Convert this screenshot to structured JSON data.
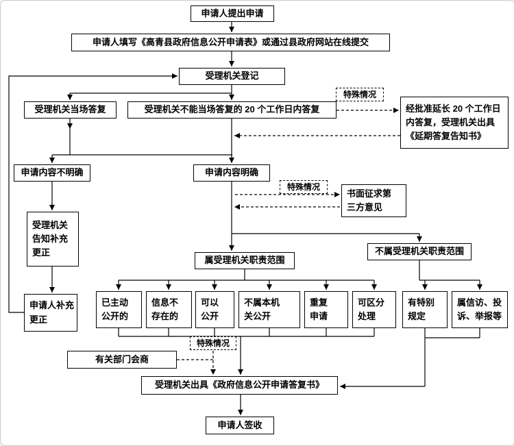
{
  "colors": {
    "line": "#000000",
    "box_border": "#000000",
    "box_bg": "#ffffff"
  },
  "nodes": {
    "submit": {
      "label": "申请人提出申请"
    },
    "fill_form": {
      "label": "申请人填写《高青县政府信息公开申请表》或通过县政府网站在线提交"
    },
    "register": {
      "label": "受理机关登记"
    },
    "onsite_reply": {
      "label": "受理机关当场答复"
    },
    "deferred_reply": {
      "label": "受理机关不能当场答复的 20 个工作日内答复"
    },
    "special_case_1": {
      "label": "特殊情况"
    },
    "extended_reply": {
      "label": "经批准延长 20 个工作日\n内答复，受理机关出具\n《延期答复告知书》"
    },
    "content_unclear": {
      "label": "申请内容不明确"
    },
    "content_clear": {
      "label": "申请内容明确"
    },
    "special_case_2": {
      "label": "特殊情况"
    },
    "third_party_opinion": {
      "label": "书面征求第\n三方意见"
    },
    "notify_supplement": {
      "label": "受理机关\n告知补充\n更正"
    },
    "in_scope": {
      "label": "属受理机关职责范围"
    },
    "out_of_scope": {
      "label": "不属受理机关职责范围"
    },
    "applicant_supplement": {
      "label": "申请人补充\n更正"
    },
    "already_public": {
      "label": "已主动\n公开的"
    },
    "not_exist": {
      "label": "信息不\n存在的"
    },
    "can_disclose": {
      "label": "可以\n公开"
    },
    "not_this_org": {
      "label": "不属本机\n关公开"
    },
    "repeat_request": {
      "label": "重复\n申请"
    },
    "separable": {
      "label": "可区分\n处理"
    },
    "special_provision": {
      "label": "有特别\n规定"
    },
    "petition_complaint": {
      "label": "属信访、投\n诉、举报等"
    },
    "special_case_3": {
      "label": "特殊情况"
    },
    "dept_consult": {
      "label": "有关部门会商"
    },
    "reply_document": {
      "label": "受理机关出具《政府信息公开申请答复书》"
    },
    "sign_receipt": {
      "label": "申请人签收"
    }
  }
}
